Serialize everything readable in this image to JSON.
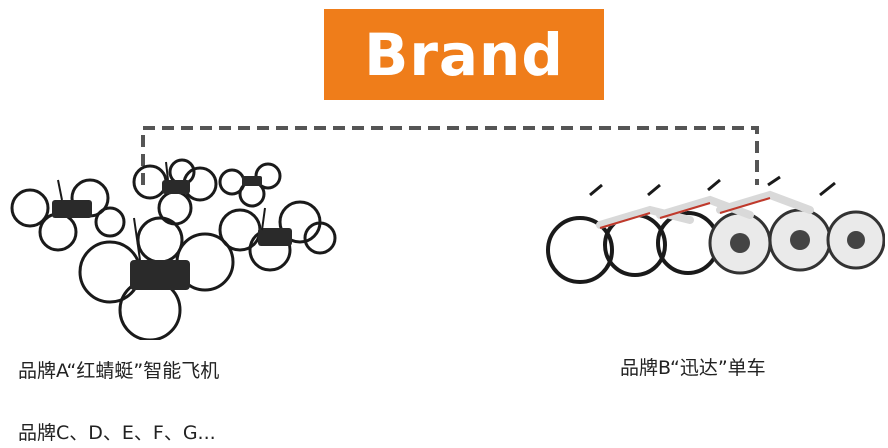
{
  "brand": {
    "label": "Brand",
    "color": "#ef7d1a"
  },
  "connector": {
    "style": "dashed",
    "color": "#555555"
  },
  "left": {
    "image_icon": "drone-group-icon",
    "caption": "品牌A“红蜻蜓”智能飞机",
    "more_caption": "品牌C、D、E、F、G..."
  },
  "right": {
    "image_icon": "bicycle-group-icon",
    "caption": "品牌B“迅达”单车"
  }
}
